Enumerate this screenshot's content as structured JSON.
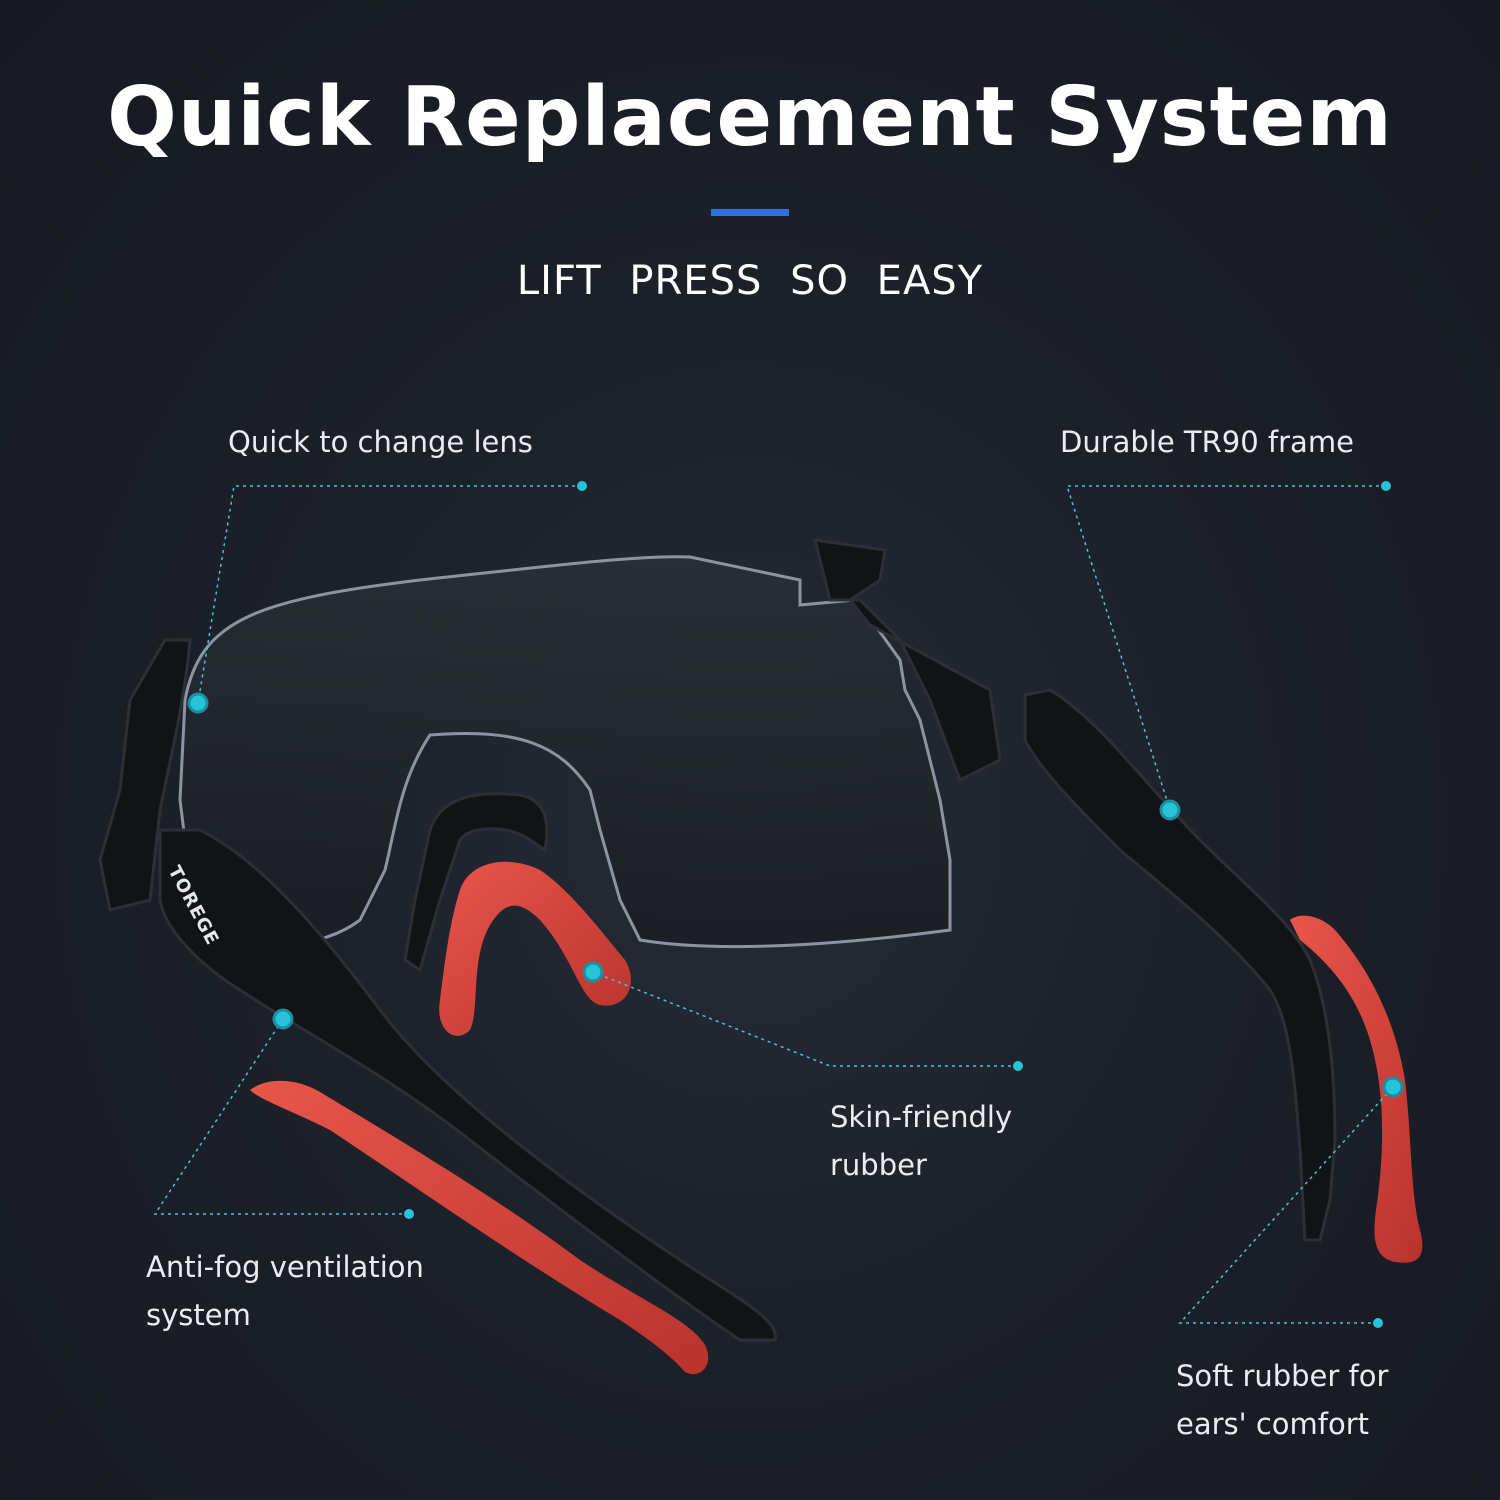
{
  "header": {
    "title": "Quick Replacement System",
    "subtitle": "LIFT  PRESS  SO EASY",
    "accent_color": "#2f6fe0"
  },
  "brand": {
    "logo_text": "TOREGE"
  },
  "callouts": {
    "lens": "Quick to change lens",
    "frame": "Durable TR90 frame",
    "nose": "Skin-friendly\nrubber",
    "vent": "Anti-fog ventilation\nsystem",
    "ears": "Soft rubber for\nears' comfort"
  },
  "colors": {
    "background": "#1c2029",
    "frame": "#111216",
    "rubber": "#d9473f",
    "marker": "#27c4d9",
    "lens_edge": "#8c94a1"
  },
  "icons": [
    "callout-marker-icon"
  ]
}
